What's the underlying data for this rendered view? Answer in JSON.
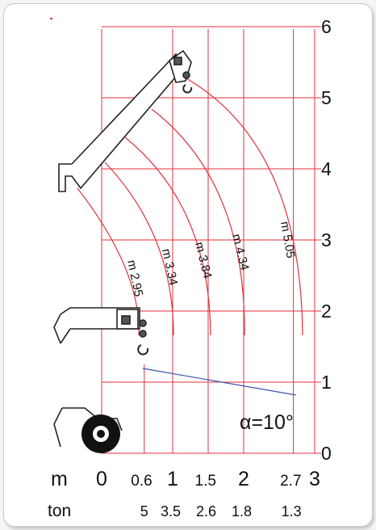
{
  "chart_data": {
    "type": "load-radius diagram",
    "y_ticks": [
      "0",
      "1",
      "2",
      "3",
      "4",
      "5",
      "6"
    ],
    "x_unit_label": "m",
    "load_unit_label": "ton",
    "outreach_labels": [
      {
        "text": "0",
        "x": 0
      },
      {
        "text": "0.6",
        "x": 0.6
      },
      {
        "text": "1",
        "x": 1
      },
      {
        "text": "1.5",
        "x": 1.5
      },
      {
        "text": "2",
        "x": 2
      },
      {
        "text": "2.7",
        "x": 2.7
      },
      {
        "text": "3",
        "x": 3
      }
    ],
    "loads": [
      {
        "text": "5",
        "x": 0.6
      },
      {
        "text": "3.5",
        "x": 1.0
      },
      {
        "text": "2.6",
        "x": 1.5
      },
      {
        "text": "1.8",
        "x": 2.0
      },
      {
        "text": "1.3",
        "x": 2.7
      }
    ],
    "radius_curves": [
      {
        "label": "m 2.95",
        "radius": 2.95
      },
      {
        "label": "m 3.34",
        "radius": 3.34
      },
      {
        "label": "m 3.84",
        "radius": 3.84
      },
      {
        "label": "m 4.34",
        "radius": 4.34
      },
      {
        "label": "m 5.05",
        "radius": 5.05
      }
    ],
    "angle_label": "α=10°",
    "grid_color": "#e0323c",
    "angle_line_color": "#3a56b0",
    "xlim": [
      0,
      3
    ],
    "ylim": [
      0,
      6
    ]
  }
}
